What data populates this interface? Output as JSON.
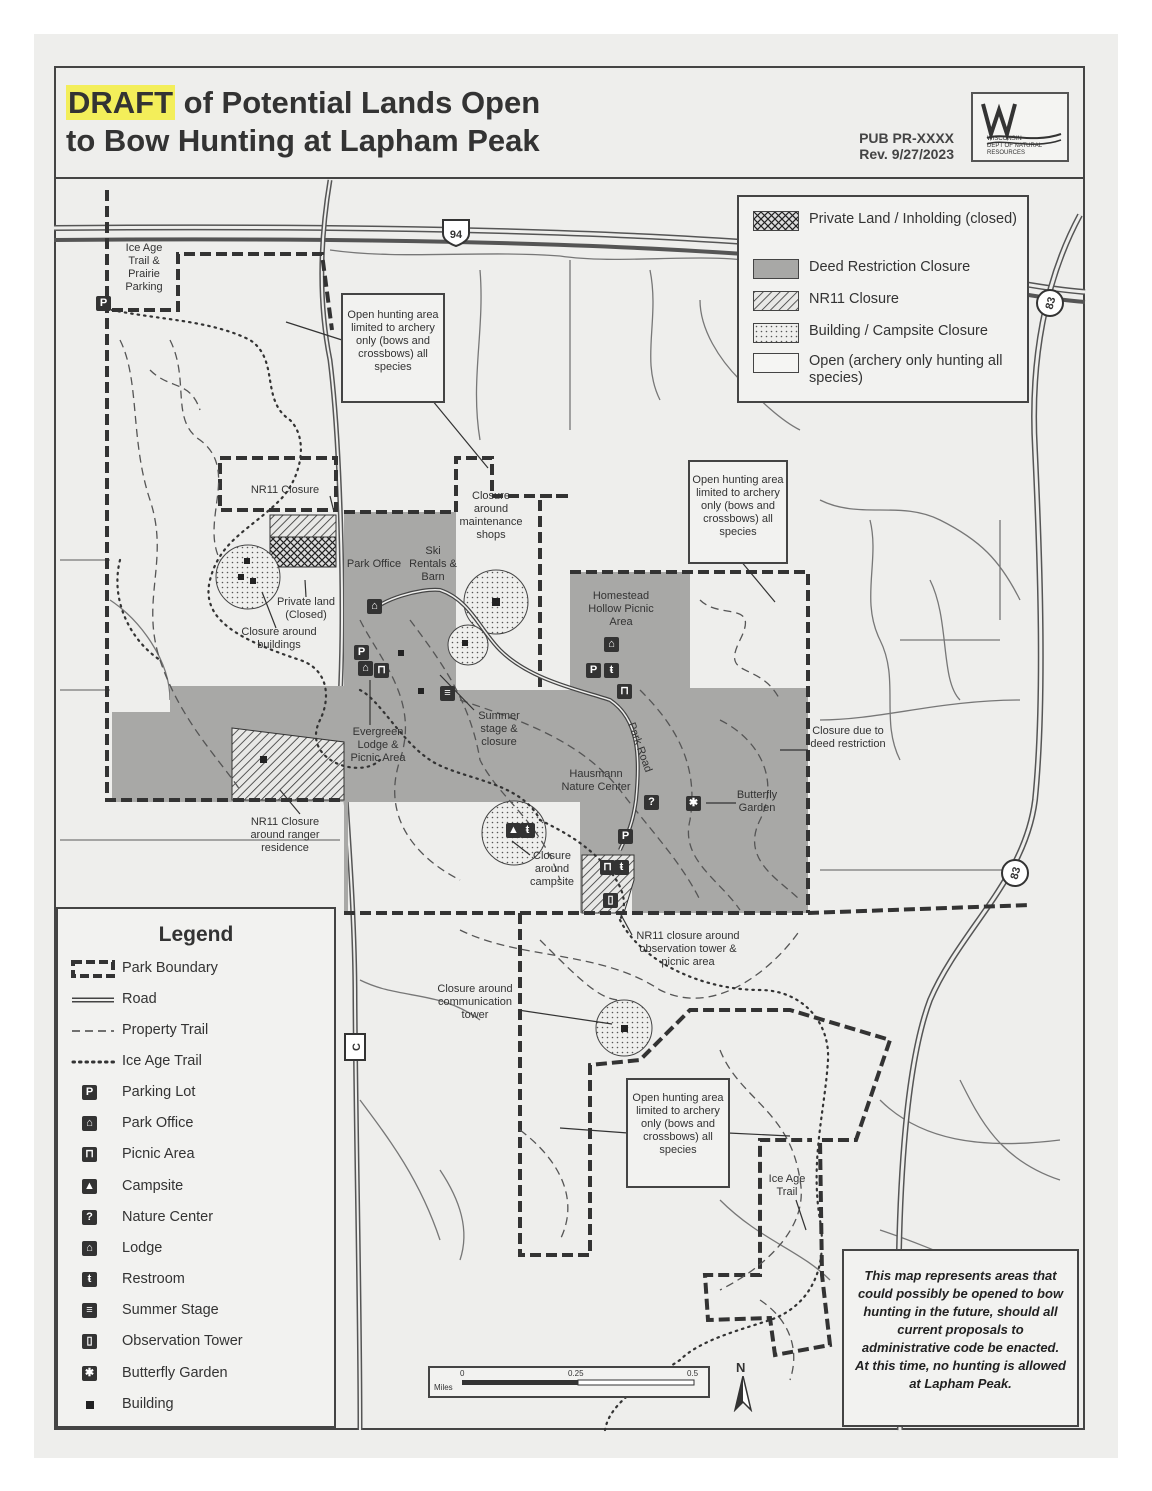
{
  "header": {
    "title_highlight": "DRAFT",
    "title_line1_rest": " of Potential Lands Open",
    "title_line2": "to Bow Hunting at Lapham Peak",
    "pub_id": "PUB PR-XXXX",
    "revision": "Rev. 9/27/2023",
    "logo_text_1": "WISCONSIN",
    "logo_text_2": "DEPT OF NATURAL RESOURCES"
  },
  "map_labels": {
    "highway_94": "94",
    "highway_83_top": "83",
    "highway_83_bottom": "83",
    "county_c": "C",
    "park_road": "Park Road",
    "ice_age_parking": "Ice Age Trail & Prairie Parking",
    "open_hunting_nw": "Open hunting area limited to archery only (bows and crossbows) all species",
    "open_hunting_ne": "Open hunting area limited to archery only (bows and crossbows) all species",
    "open_hunting_s": "Open hunting area limited to archery only (bows and crossbows) all species",
    "nr11_closure": "NR11 Closure",
    "closure_maintenance": "Closure around maintenance shops",
    "park_office": "Park Office",
    "ski_rentals": "Ski Rentals & Barn",
    "private_land": "Private land (Closed)",
    "closure_buildings": "Closure around buildings",
    "homestead_hollow": "Homestead Hollow Picnic Area",
    "summer_stage": "Summer stage & closure",
    "evergreen_lodge": "Evergreen Lodge & Picnic Area",
    "closure_deed": "Closure due to deed restriction",
    "hausmann": "Hausmann Nature Center",
    "butterfly": "Butterfly Garden",
    "nr11_ranger": "NR11 Closure around ranger residence",
    "closure_campsite": "Closure around campsite",
    "nr11_tower": "NR11 closure around observation tower & picnic area",
    "closure_comm": "Closure around communication tower",
    "ice_age_trail": "Ice Age Trail"
  },
  "land_key": [
    {
      "label": "Private Land / Inholding (closed)",
      "swatch": "crosshatch"
    },
    {
      "label": "Deed Restriction Closure",
      "swatch": "gray"
    },
    {
      "label": "NR11 Closure",
      "swatch": "hatch"
    },
    {
      "label": "Building / Campsite Closure",
      "swatch": "dots"
    },
    {
      "label": "Open (archery only hunting all species)",
      "swatch": "open"
    }
  ],
  "legend": {
    "title": "Legend",
    "items": [
      {
        "label": "Park Boundary",
        "icon": "park-boundary-icon"
      },
      {
        "label": "Road",
        "icon": "road-icon"
      },
      {
        "label": "Property Trail",
        "icon": "property-trail-icon"
      },
      {
        "label": "Ice Age Trail",
        "icon": "ice-age-trail-icon"
      },
      {
        "label": "Parking Lot",
        "icon": "parking-icon",
        "glyph": "P"
      },
      {
        "label": "Park Office",
        "icon": "park-office-icon",
        "glyph": "⌂"
      },
      {
        "label": "Picnic Area",
        "icon": "picnic-icon",
        "glyph": "⊓"
      },
      {
        "label": "Campsite",
        "icon": "campsite-icon",
        "glyph": "▲"
      },
      {
        "label": "Nature Center",
        "icon": "nature-center-icon",
        "glyph": "?"
      },
      {
        "label": "Lodge",
        "icon": "lodge-icon",
        "glyph": "⌂"
      },
      {
        "label": "Restroom",
        "icon": "restroom-icon",
        "glyph": "ŧ"
      },
      {
        "label": "Summer Stage",
        "icon": "summer-stage-icon",
        "glyph": "≡"
      },
      {
        "label": "Observation Tower",
        "icon": "observation-tower-icon",
        "glyph": "▯"
      },
      {
        "label": "Butterfly Garden",
        "icon": "butterfly-icon",
        "glyph": "✱"
      },
      {
        "label": "Building",
        "icon": "building-icon"
      }
    ]
  },
  "scale": {
    "unit": "Miles",
    "ticks": [
      "0",
      "0.25",
      "0.5"
    ]
  },
  "north": "N",
  "disclaimer": "This map represents areas that could possibly be opened to bow hunting in the future, should all current proposals to administrative code be enacted. At this time, no hunting is allowed at Lapham Peak."
}
